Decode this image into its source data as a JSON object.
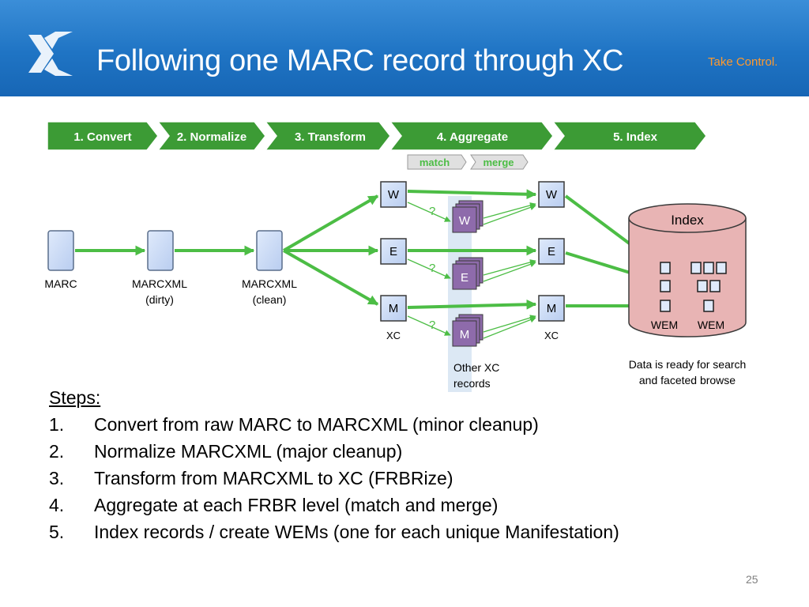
{
  "slide": {
    "title": "Following one MARC record through XC",
    "tagline": "Take Control.",
    "page_number": "25"
  },
  "pipeline": {
    "stages": [
      "1. Convert",
      "2. Normalize",
      "3. Transform",
      "4. Aggregate",
      "5. Index"
    ],
    "sub_stages": [
      "match",
      "merge"
    ]
  },
  "flow": {
    "records": [
      {
        "label": "MARC"
      },
      {
        "label": "MARCXML\n(dirty)"
      },
      {
        "label": "MARCXML\n(clean)"
      }
    ],
    "xc_left": [
      "W",
      "E",
      "M"
    ],
    "xc_right": [
      "W",
      "E",
      "M"
    ],
    "xc_caption": "XC",
    "other_records": [
      "W",
      "E",
      "M"
    ],
    "match_marker": "?",
    "other_caption": "Other XC\nrecords",
    "index_label": "Index",
    "wem_labels": [
      "WEM",
      "WEM"
    ],
    "index_caption": "Data is ready for search\nand faceted browse"
  },
  "steps": {
    "heading": "Steps:",
    "items": [
      {
        "num": "1.",
        "text": "Convert from raw MARC to MARCXML (minor cleanup)"
      },
      {
        "num": "2.",
        "text": "Normalize MARCXML (major cleanup)"
      },
      {
        "num": "3.",
        "text": "Transform from MARCXML to XC (FRBRize)"
      },
      {
        "num": "4.",
        "text": "Aggregate at each FRBR level (match and merge)"
      },
      {
        "num": "5.",
        "text": "Index records / create WEMs (one for each unique Manifestation)"
      }
    ]
  },
  "colors": {
    "header_blue": "#1f74c4",
    "tagline_orange": "#ff9a2e",
    "stage_green": "#3c9b35",
    "arrow_green": "#4cbd45",
    "doc_blue": "#c9daf6",
    "xc_purple": "#8e6bab",
    "index_pink": "#e8b4b4",
    "highlight_band": "#dce8f4"
  }
}
